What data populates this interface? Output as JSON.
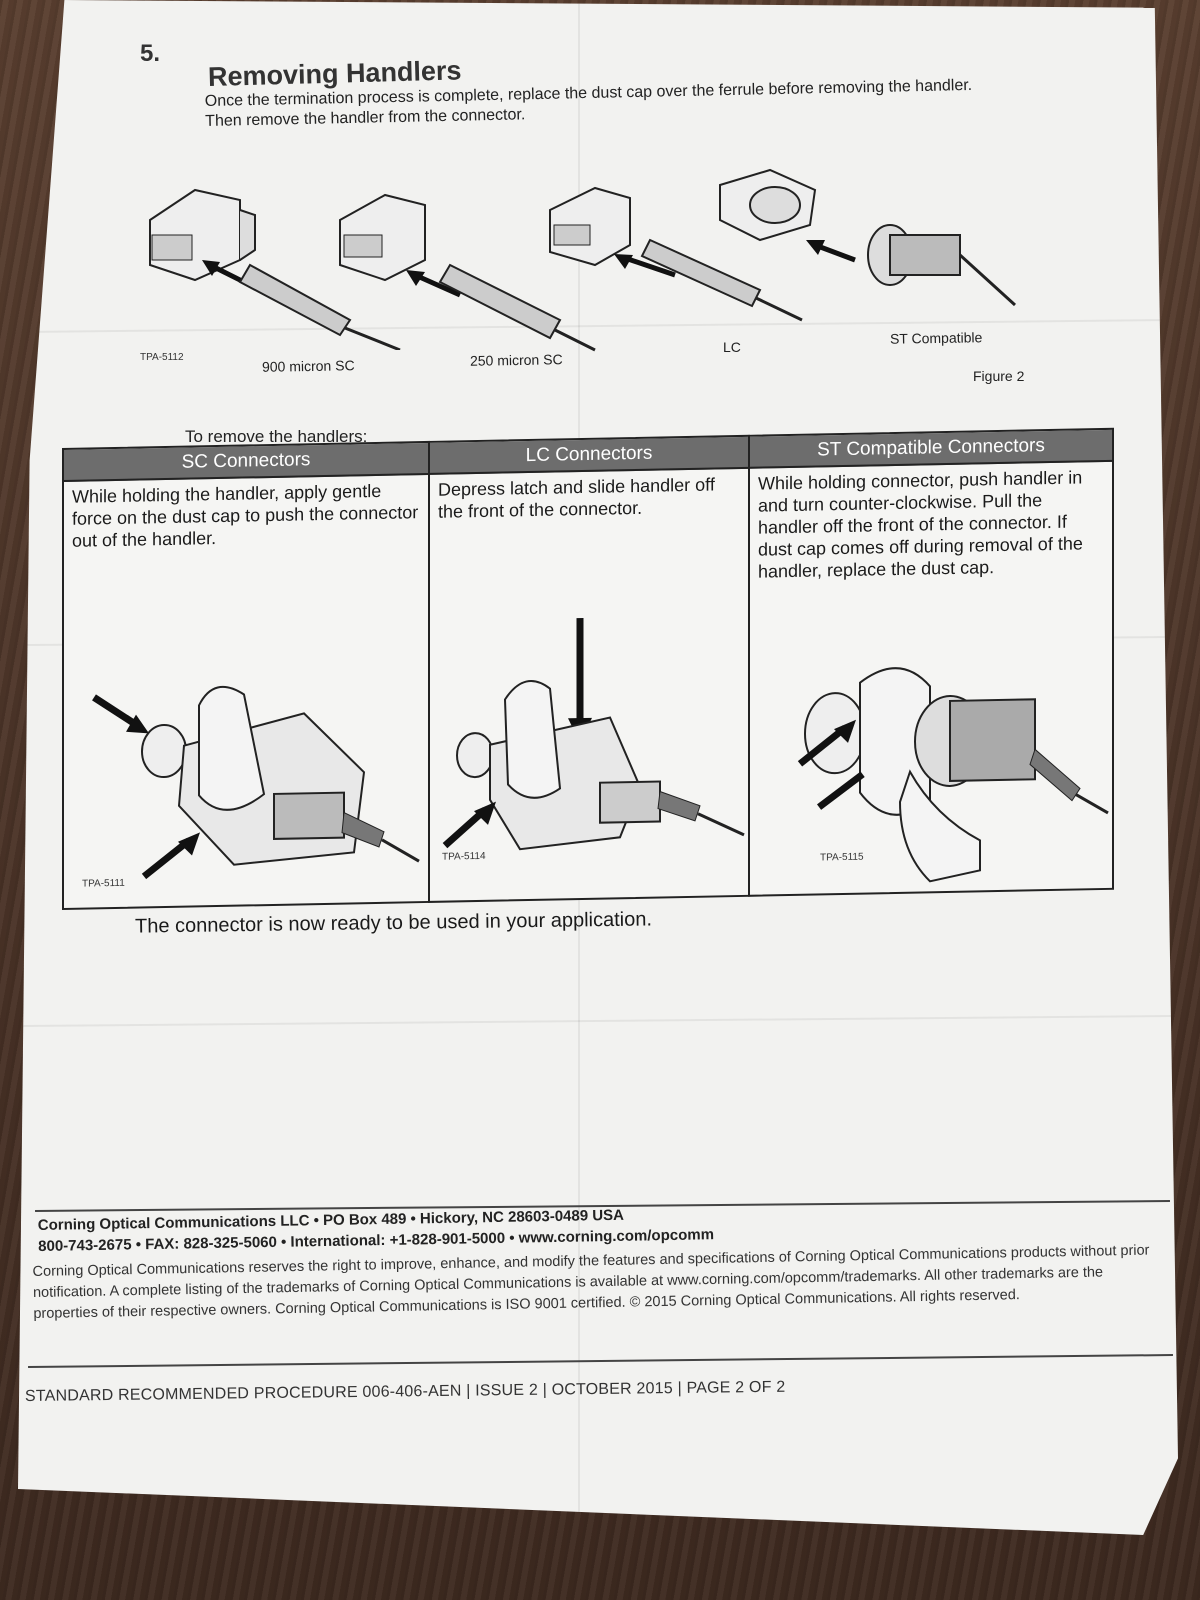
{
  "section": {
    "number": "5.",
    "title": "Removing Handlers",
    "intro": "Once the termination process is complete, replace the dust cap over the ferrule before removing the handler. Then remove the handler from the connector."
  },
  "figure": {
    "code": "TPA-5112",
    "labels": [
      "900 micron SC",
      "250 micron SC",
      "LC",
      "ST Compatible"
    ],
    "caption": "Figure 2"
  },
  "to_remove": "To remove the handlers:",
  "table": {
    "columns": [
      {
        "header": "SC Connectors",
        "text": "While holding the handler, apply gentle force on the dust cap to push the connector out of the handler.",
        "code": "TPA-5111"
      },
      {
        "header": "LC Connectors",
        "text": "Depress latch and slide handler off the front of the connector.",
        "code": "TPA-5114"
      },
      {
        "header": "ST Compatible Connectors",
        "text": "While holding connector, push handler in and turn counter-clockwise. Pull the handler off the front of the connector. If dust cap comes off during removal of the handler, replace the dust cap.",
        "code": "TPA-5115"
      }
    ]
  },
  "ready_text": "The connector is now ready to be used in your application.",
  "footer": {
    "company_line1": "Corning Optical Communications LLC • PO Box 489 • Hickory, NC 28603-0489 USA",
    "company_line2": "800-743-2675 • FAX: 828-325-5060 • International: +1-828-901-5000 • www.corning.com/opcomm",
    "disclaimer": "Corning Optical Communications reserves the right to improve, enhance, and modify the features and specifications of Corning Optical Communications products without prior notification. A complete listing of the trademarks of Corning Optical Communications is available at www.corning.com/opcomm/trademarks. All other trademarks are the properties of their respective owners. Corning Optical Communications is ISO 9001 certified. © 2015 Corning Optical Communications. All rights reserved.",
    "procedure": "STANDARD RECOMMENDED PROCEDURE 006-406-AEN | ISSUE 2 | OCTOBER 2015 | PAGE 2 OF 2"
  },
  "colors": {
    "header_bg": "#6d6d6d",
    "paper": "#f2f2f0",
    "wood": "#4a3428"
  }
}
